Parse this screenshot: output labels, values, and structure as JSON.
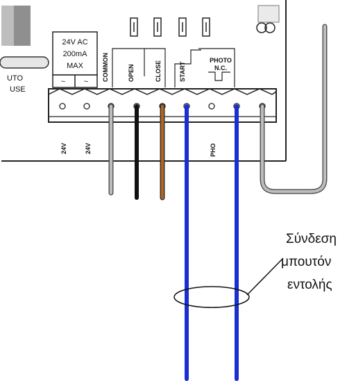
{
  "board": {
    "power_spec": [
      "24V AC",
      "200mA",
      "MAX"
    ],
    "fuse_label": [
      "UTO",
      "USE"
    ],
    "tilde": "~",
    "photo_label": [
      "PHOTO",
      "N.C."
    ]
  },
  "terminals": {
    "top_labels": [
      "COMMON",
      "OPEN",
      "CLOSE",
      "START"
    ],
    "bottom_labels": [
      "24V",
      "24V",
      "PHO"
    ]
  },
  "caption": {
    "lines": [
      "Σύνδεση",
      "μπουτόν",
      "εντολής"
    ]
  },
  "colors": {
    "wire_blue": "#1a2fd0",
    "wire_brown": "#b5651d",
    "wire_black": "#111111",
    "wire_gray": "#bdbdbd"
  }
}
